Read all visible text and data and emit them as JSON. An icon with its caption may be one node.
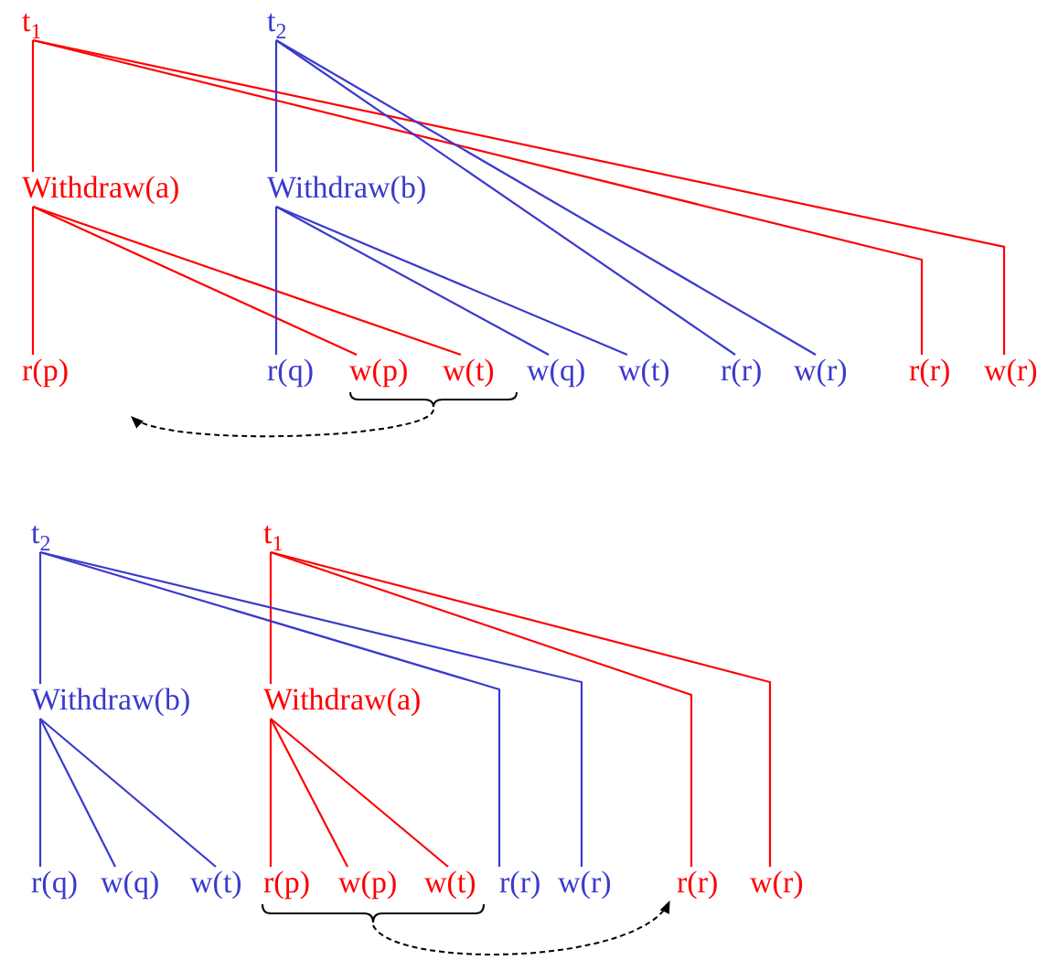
{
  "diagram": {
    "nodes": [
      {
        "text": [
          "t$_{1}$"
        ]
      },
      {
        "text": [
          "t$_{2}$"
        ]
      },
      {
        "text": [
          "Withdraw(a)"
        ]
      },
      {
        "text": [
          "Withdraw(b)"
        ]
      },
      {
        "text": [
          "r(p)"
        ]
      },
      {
        "text": [
          "r(q)"
        ]
      },
      {
        "text": [
          "w(p)"
        ]
      },
      {
        "text": [
          "w(t)"
        ]
      },
      {
        "text": [
          "w(q)"
        ]
      },
      {
        "text": [
          "w(t)"
        ]
      },
      {
        "text": [
          "r(r)"
        ]
      },
      {
        "text": [
          "w(r)"
        ]
      },
      {
        "text": [
          "r(r)"
        ]
      },
      {
        "text": [
          "w(r)"
        ]
      },
      {
        "text": [],
        "shape": "brace"
      },
      {
        "text": [
          "t$_{2}$"
        ]
      },
      {
        "text": [
          "t$_{1}$"
        ]
      },
      {
        "text": [
          "Withdraw(b)"
        ]
      },
      {
        "text": [
          "Withdraw(a)"
        ]
      },
      {
        "text": [
          "r(q)"
        ]
      },
      {
        "text": [
          "w(q)"
        ]
      },
      {
        "text": [
          "w(t)"
        ]
      },
      {
        "text": [
          "r(p)"
        ]
      },
      {
        "text": [
          "w(p)"
        ]
      },
      {
        "text": [
          "w(t)"
        ]
      },
      {
        "text": [
          "r(r)"
        ]
      },
      {
        "text": [
          "w(r)"
        ]
      },
      {
        "text": [
          "r(r)"
        ]
      },
      {
        "text": [
          "w(r)"
        ]
      },
      {
        "text": [],
        "shape": "brace"
      }
    ],
    "edges": [
      {
        "from": 0,
        "to": 2,
        "arrow": "none",
        "color": "#ff0000"
      },
      {
        "from": 0,
        "to": 12,
        "arrow": "none",
        "color": "#ff0000"
      },
      {
        "from": 0,
        "to": 13,
        "arrow": "none",
        "color": "#ff0000"
      },
      {
        "from": 1,
        "to": 3,
        "arrow": "none",
        "color": "#3a3acc"
      },
      {
        "from": 1,
        "to": 10,
        "arrow": "none",
        "color": "#3a3acc"
      },
      {
        "from": 1,
        "to": 11,
        "arrow": "none",
        "color": "#3a3acc"
      },
      {
        "from": 2,
        "to": 4,
        "arrow": "none",
        "color": "#ff0000"
      },
      {
        "from": 2,
        "to": 6,
        "arrow": "none",
        "color": "#ff0000"
      },
      {
        "from": 2,
        "to": 7,
        "arrow": "none",
        "color": "#ff0000"
      },
      {
        "from": 3,
        "to": 5,
        "arrow": "none",
        "color": "#3a3acc"
      },
      {
        "from": 3,
        "to": 8,
        "arrow": "none",
        "color": "#3a3acc"
      },
      {
        "from": 3,
        "to": 9,
        "arrow": "none",
        "color": "#3a3acc"
      },
      {
        "from": 14,
        "to": null,
        "arrow": "to",
        "style": "dashed",
        "color": "#000000"
      },
      {
        "from": 16,
        "to": 18,
        "arrow": "none",
        "color": "#ff0000"
      },
      {
        "from": 16,
        "to": 27,
        "arrow": "none",
        "color": "#ff0000"
      },
      {
        "from": 16,
        "to": 28,
        "arrow": "none",
        "color": "#ff0000"
      },
      {
        "from": 15,
        "to": 17,
        "arrow": "none",
        "color": "#3a3acc"
      },
      {
        "from": 15,
        "to": 25,
        "arrow": "none",
        "color": "#3a3acc"
      },
      {
        "from": 15,
        "to": 26,
        "arrow": "none",
        "color": "#3a3acc"
      },
      {
        "from": 17,
        "to": 19,
        "arrow": "none",
        "color": "#3a3acc"
      },
      {
        "from": 17,
        "to": 20,
        "arrow": "none",
        "color": "#3a3acc"
      },
      {
        "from": 17,
        "to": 21,
        "arrow": "none",
        "color": "#3a3acc"
      },
      {
        "from": 18,
        "to": 22,
        "arrow": "none",
        "color": "#ff0000"
      },
      {
        "from": 18,
        "to": 23,
        "arrow": "none",
        "color": "#ff0000"
      },
      {
        "from": 18,
        "to": 24,
        "arrow": "none",
        "color": "#ff0000"
      },
      {
        "from": 29,
        "to": 27,
        "arrow": "to",
        "style": "dashed",
        "color": "#000000"
      }
    ]
  }
}
